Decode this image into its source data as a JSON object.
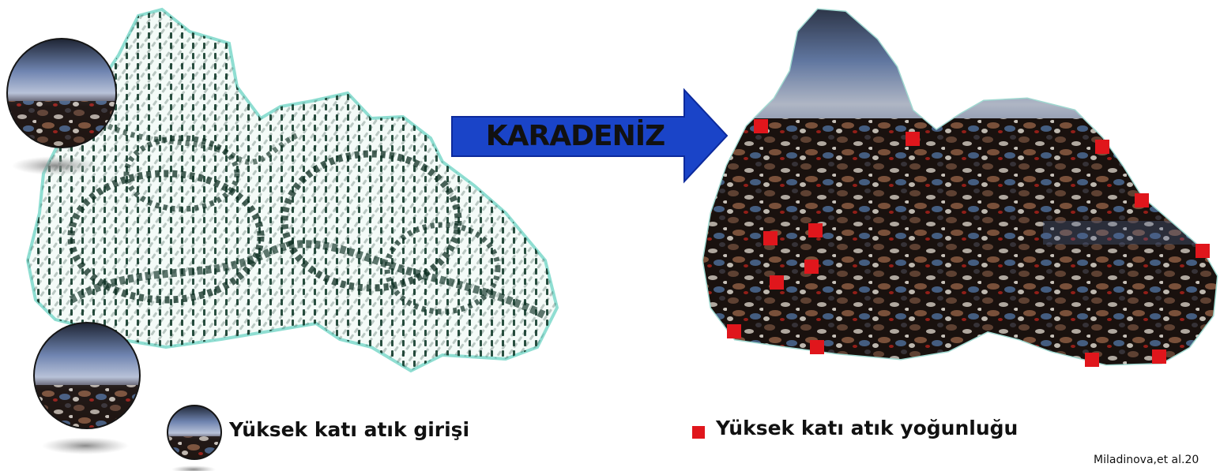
{
  "diagram": {
    "arrow_label": "KARADENİZ",
    "legend_left": "Yüksek katı atık girişi",
    "legend_right": "Yüksek katı atık yoğunluğu",
    "citation": "Miladinova,et al.20"
  },
  "colors": {
    "arrow_fill": "#1a44c8",
    "arrow_edge": "#0c2a9c",
    "marker": "#e0161c",
    "sea_outline": "#8fded2",
    "current_vectors": "#123c2c",
    "sea_photo_water": "#5c6f96",
    "sea_photo_debris": "#2a1d16"
  },
  "icons": [
    "sea-basin-icon",
    "debris-photo-icon",
    "red-marker-icon",
    "arrow-right-icon"
  ]
}
